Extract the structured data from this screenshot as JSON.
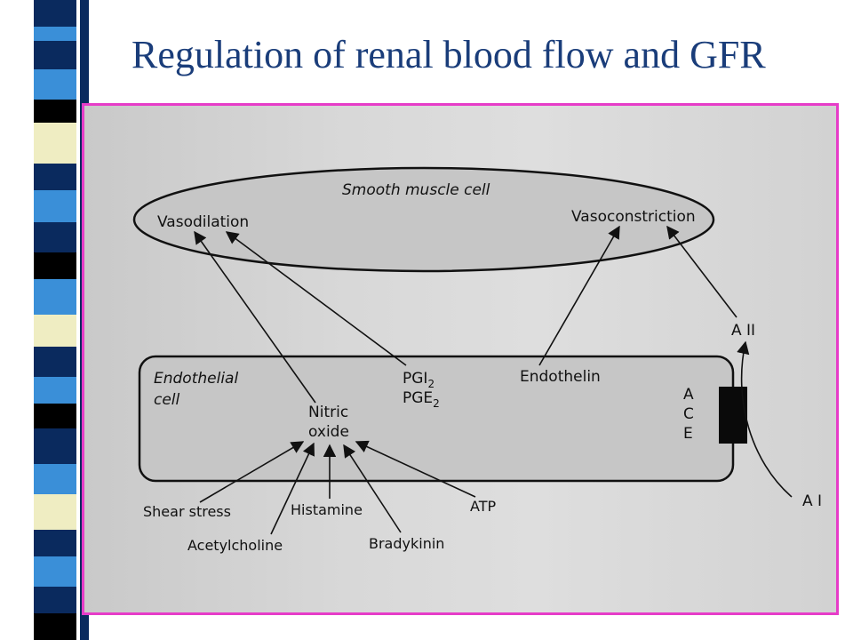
{
  "title": "Regulation of renal blood flow and GFR",
  "diagram": {
    "smooth_muscle_cell": "Smooth muscle cell",
    "vasodilation": "Vasodilation",
    "vasoconstriction": "Vasoconstriction",
    "endothelial_cell_line1": "Endothelial",
    "endothelial_cell_line2": "cell",
    "nitric_line1": "Nitric",
    "nitric_line2": "oxide",
    "pgi2": "PGI",
    "pgi2_sub": "2",
    "pge2": "PGE",
    "pge2_sub": "2",
    "endothelin": "Endothelin",
    "ace_a": "A",
    "ace_c": "C",
    "ace_e": "E",
    "angiotensin_ii": "A II",
    "angiotensin_i": "A I",
    "shear_stress": "Shear stress",
    "acetylcholine": "Acetylcholine",
    "histamine": "Histamine",
    "bradykinin": "Bradykinin",
    "atp": "ATP"
  },
  "colors": {
    "title": "#1a3d7a",
    "frame_border": "#e63cc8",
    "strip_navy": "#0a2a5e",
    "strip_blue": "#3a8fd8",
    "strip_cream": "#efedc2",
    "strip_black": "#000000"
  }
}
